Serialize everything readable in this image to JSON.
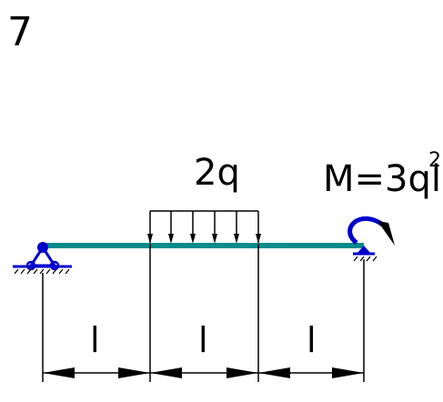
{
  "problem_number": "7",
  "load_label": "2q",
  "moment_label": "M=3ql",
  "moment_exponent": "2",
  "span_labels": [
    "l",
    "l",
    "l"
  ],
  "colors": {
    "beam": "#008b8b",
    "support": "#0000cc",
    "moment_arc": "#0000cc",
    "line": "#000000"
  },
  "icons": [
    "pin-support-icon",
    "roller-support-icon",
    "moment-arrow-icon"
  ]
}
